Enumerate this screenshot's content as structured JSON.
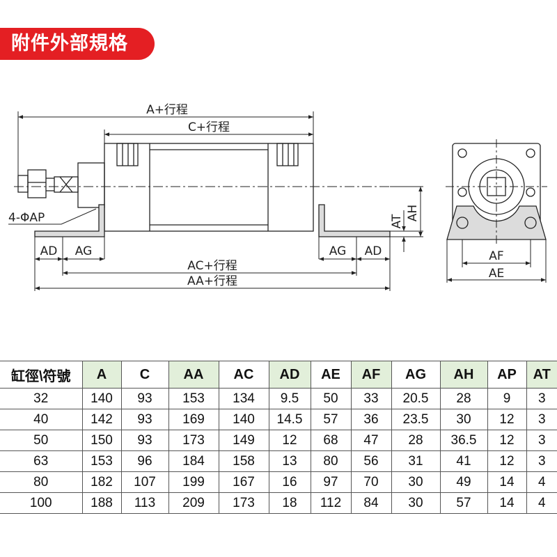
{
  "header": {
    "title": "附件外部規格"
  },
  "drawing": {
    "dim_a": "A+行程",
    "dim_c": "C+行程",
    "dim_ac": "AC+行程",
    "dim_aa": "AA+行程",
    "label_ap": "4-ΦAP",
    "label_ad": "AD",
    "label_ag": "AG",
    "label_at": "AT",
    "label_ah": "AH",
    "label_af": "AF",
    "label_ae": "AE"
  },
  "table": {
    "headers": [
      "缸徑\\符號",
      "A",
      "C",
      "AA",
      "AC",
      "AD",
      "AE",
      "AF",
      "AG",
      "AH",
      "AP",
      "AT"
    ],
    "rows": [
      [
        "32",
        "140",
        "93",
        "153",
        "134",
        "9.5",
        "50",
        "33",
        "20.5",
        "28",
        "9",
        "3"
      ],
      [
        "40",
        "142",
        "93",
        "169",
        "140",
        "14.5",
        "57",
        "36",
        "23.5",
        "30",
        "12",
        "3"
      ],
      [
        "50",
        "150",
        "93",
        "173",
        "149",
        "12",
        "68",
        "47",
        "28",
        "36.5",
        "12",
        "3"
      ],
      [
        "63",
        "153",
        "96",
        "184",
        "158",
        "13",
        "80",
        "56",
        "31",
        "41",
        "12",
        "3"
      ],
      [
        "80",
        "182",
        "107",
        "199",
        "167",
        "16",
        "97",
        "70",
        "30",
        "49",
        "14",
        "4"
      ],
      [
        "100",
        "188",
        "113",
        "209",
        "173",
        "18",
        "112",
        "84",
        "30",
        "57",
        "14",
        "4"
      ]
    ]
  }
}
